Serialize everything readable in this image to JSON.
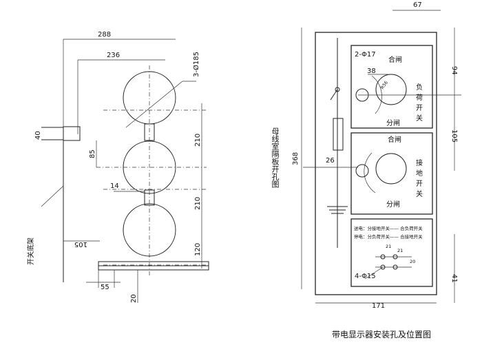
{
  "left": {
    "dims": {
      "d288": "288",
      "d236": "236",
      "d3phi185": "3-Ø185",
      "d40": "40",
      "d85": "85",
      "d14": "14",
      "d210a": "210",
      "d210b": "210",
      "d120": "120",
      "d105": "105",
      "d55": "55",
      "d20": "20"
    },
    "frame_label": "开关底架",
    "title": "母线室隔板开孔图"
  },
  "right": {
    "dims": {
      "d67": "67",
      "d94": "94",
      "d105": "105",
      "d368": "368",
      "d26": "26",
      "d38": "38",
      "d171": "171",
      "d41": "41",
      "d2phi17": "2-Φ17",
      "d4phi15": "4-Φ15",
      "d21a": "21",
      "d21b": "21",
      "d20": "20",
      "dR56": "R56"
    },
    "upper": {
      "close": "合闸",
      "open": "分闸",
      "name": [
        "负",
        "荷",
        "开",
        "关"
      ]
    },
    "lower": {
      "close": "合闸",
      "open": "分闸",
      "name": [
        "接",
        "地",
        "开",
        "关"
      ]
    },
    "notes": [
      "送电：分接地开关—— 合负荷开关",
      "停电：分负荷开关—— 合接地开关"
    ],
    "title": "带电显示器安装孔及位置图"
  }
}
